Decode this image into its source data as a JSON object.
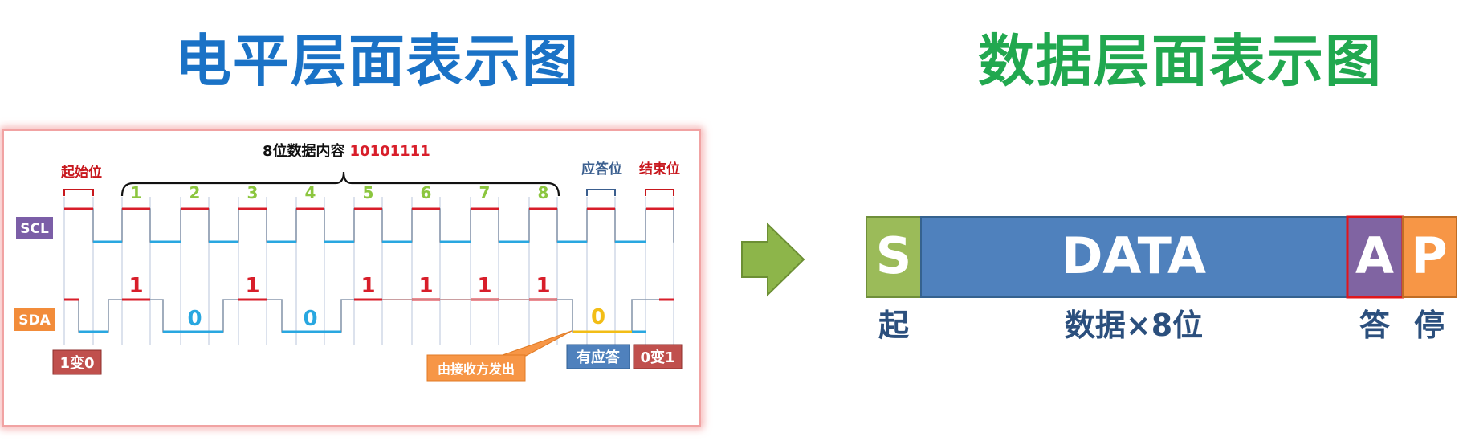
{
  "titles": {
    "left": "电平层面表示图",
    "right": "数据层面表示图"
  },
  "timing": {
    "header_prefix": "8位数据内容",
    "header_bits": "10101111",
    "start_label": "起始位",
    "ack_label": "应答位",
    "stop_label": "结束位",
    "scl_label": "SCL",
    "sda_label": "SDA",
    "bit_indices": [
      "1",
      "2",
      "3",
      "4",
      "5",
      "6",
      "7",
      "8"
    ],
    "bit_values": [
      "1",
      "0",
      "1",
      "0",
      "1",
      "1",
      "1",
      "1"
    ],
    "ack_value": "0",
    "start_badge": "1变0",
    "ack_badge": "有应答",
    "stop_badge": "0变1",
    "receiver_callout": "由接收方发出"
  },
  "frame": {
    "fields": [
      {
        "letter": "S",
        "caption": "起",
        "color": "#9bbb59"
      },
      {
        "letter": "DATA",
        "caption": "数据×8位",
        "color": "#4f81bd"
      },
      {
        "letter": "A",
        "caption": "答",
        "color": "#8064a2"
      },
      {
        "letter": "P",
        "caption": "停",
        "color": "#f79646"
      }
    ]
  },
  "colors": {
    "high": "#d81e2a",
    "low": "#29a7e0",
    "ack_low": "#f2bd16",
    "bit_index": "#8cc63f",
    "scl_badge": "#7b5ea7",
    "sda_badge": "#f28c3a",
    "arrow": "#8db54a"
  }
}
